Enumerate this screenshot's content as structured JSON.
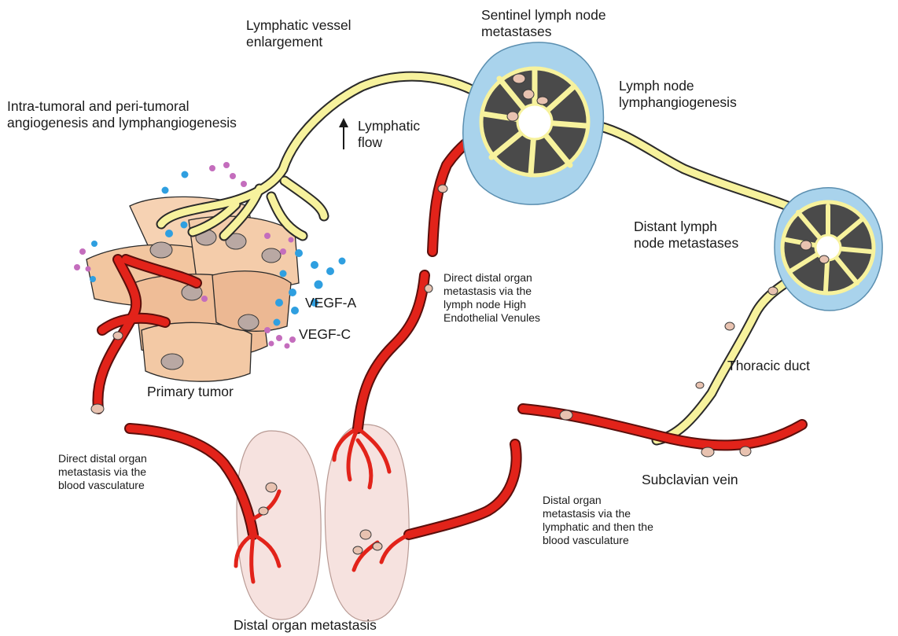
{
  "labels": {
    "lymphatic_vessel_enlargement": "Lymphatic vessel\nenlargement",
    "intra_tumoral": "Intra-tumoral and peri-tumoral\nangiogenesis and lymphangiogenesis",
    "lymphatic_flow": "Lymphatic\nflow",
    "sentinel_node": "Sentinel lymph node\nmetastases",
    "node_lymphangiogenesis": "Lymph node\nlymphangiogenesis",
    "distant_node": "Distant lymph\nnode metastases",
    "vegf_a": "VEGF-A",
    "vegf_c": "VEGF-C",
    "hev_route": "Direct distal organ\nmetastasis via the\nlymph node High\nEndothelial Venules",
    "thoracic_duct": "Thoracic duct",
    "primary_tumor": "Primary tumor",
    "blood_route": "Direct distal organ\nmetastasis via the\nblood vasculature",
    "subclavian_vein": "Subclavian vein",
    "lymph_blood_route": "Distal organ\nmetastasis via the\nlymphatic and then the\nblood vasculature",
    "distal_organ": "Distal organ metastasis"
  },
  "colors": {
    "blood": "#e2231a",
    "lymph": "#f7f29d",
    "node_capsule": "#a9d3ec",
    "node_chamber": "#4a4a4a",
    "tumor": "#f2c6a0",
    "organ": "#f6e2df",
    "vegf_a_dot": "#2f9fe0",
    "vegf_c_dot": "#c46dbd"
  }
}
